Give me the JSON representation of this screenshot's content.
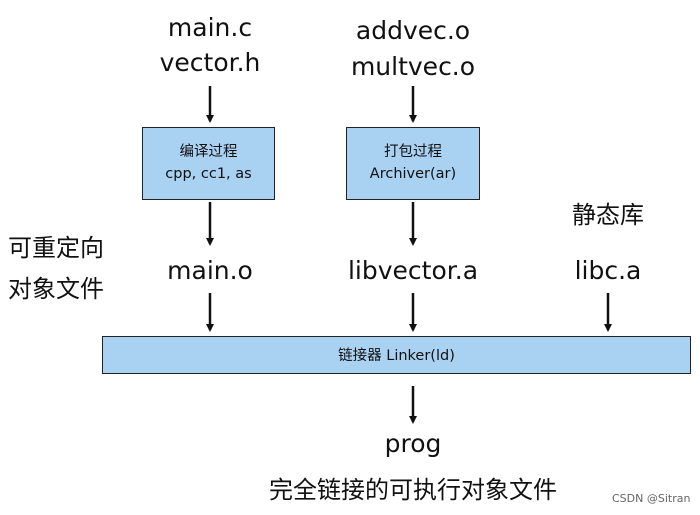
{
  "inputs": {
    "source_line1": "main.c",
    "source_line2": "vector.h",
    "objects_line1": "addvec.o",
    "objects_line2": "multvec.o"
  },
  "compile_box": {
    "title": "编译过程",
    "subtitle": "cpp, cc1, as"
  },
  "archive_box": {
    "title": "打包过程",
    "subtitle": "Archiver(ar)"
  },
  "labels": {
    "relocatable_line1": "可重定向",
    "relocatable_line2": "对象文件",
    "static_library": "静态库"
  },
  "files": {
    "main_obj": "main.o",
    "libvector": "libvector.a",
    "libc": "libc.a"
  },
  "linker": {
    "label": "链接器 Linker(ld)"
  },
  "output": {
    "prog": "prog",
    "caption": "完全链接的可执行对象文件"
  },
  "watermark": "CSDN @Sitran"
}
